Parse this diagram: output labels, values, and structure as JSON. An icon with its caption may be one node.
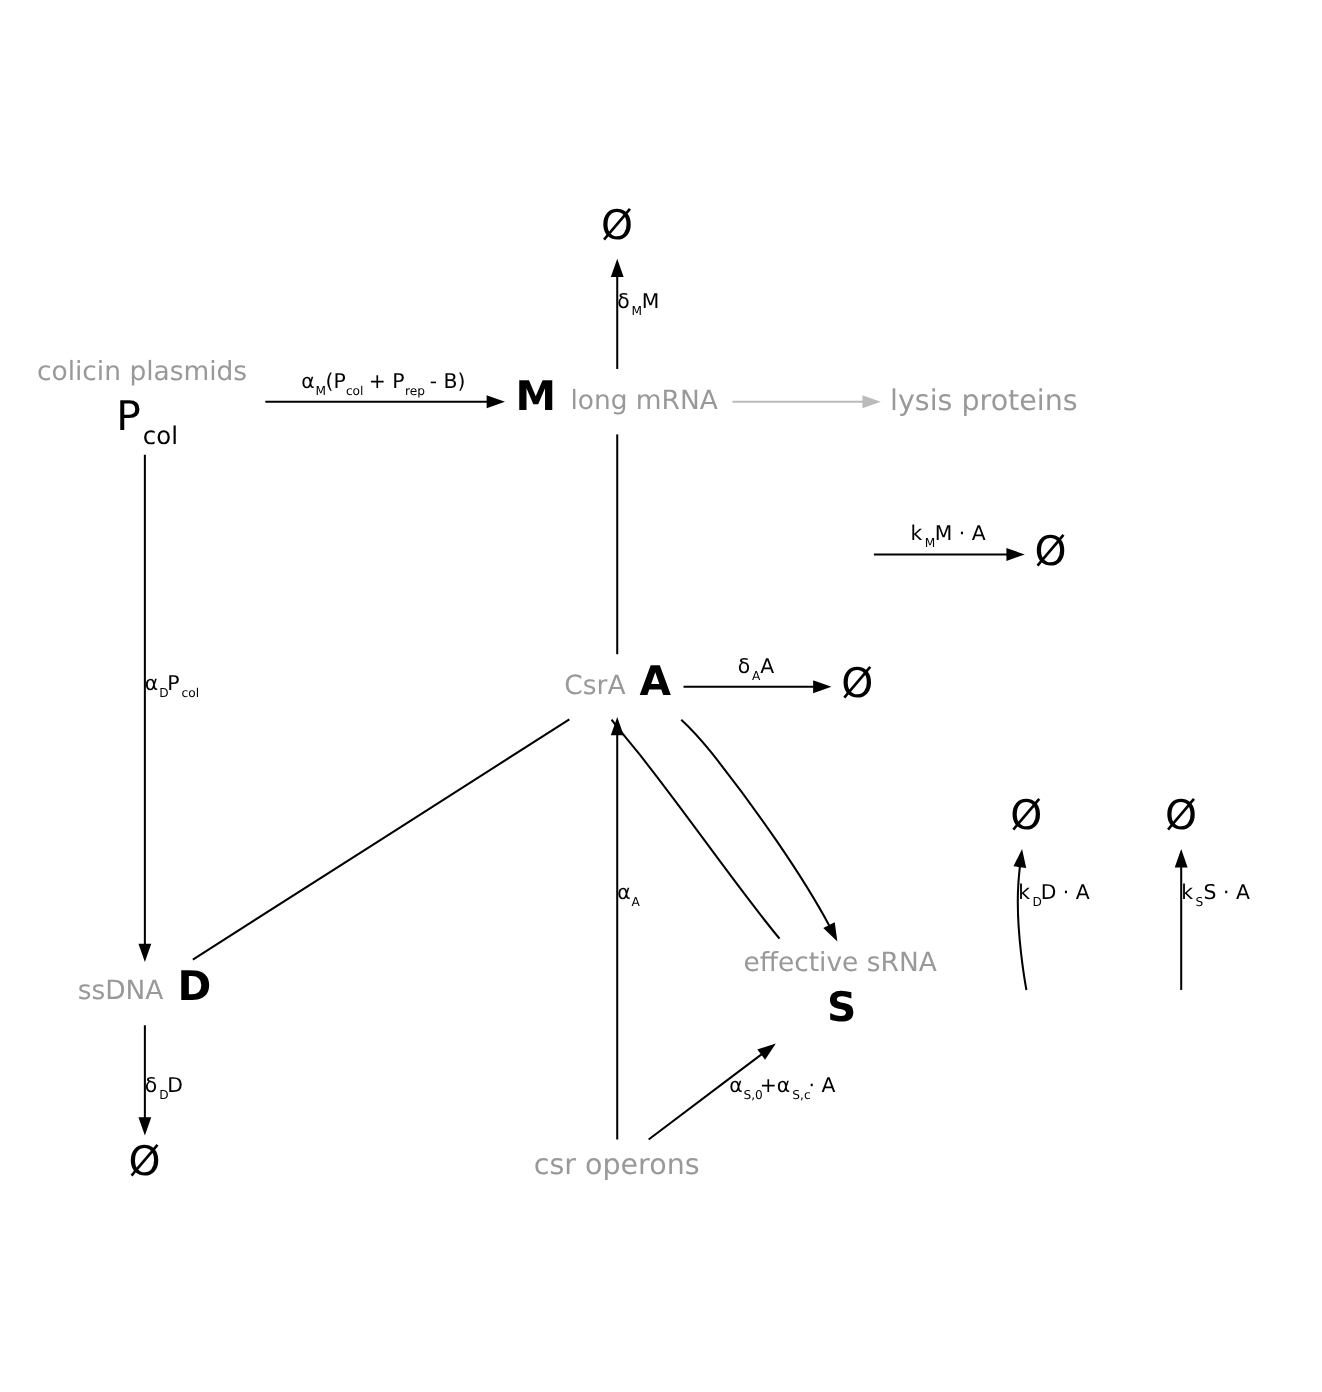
{
  "diagram": {
    "nodes": [
      {
        "text": [
          "Ø"
        ]
      },
      {
        "text": [
          "lysis proteins"
        ]
      },
      {
        "text": [
          "P$_{col}$"
        ],
        "beside": [
          "colicin plasmids"
        ]
      },
      {
        "text": [
          "M"
        ],
        "beside": [
          "long mRNA"
        ]
      },
      {
        "text": [
          "Ø"
        ]
      },
      {
        "text": [
          "Ø"
        ]
      },
      {
        "text": [
          "A"
        ],
        "beside": [
          "CsrA"
        ]
      },
      {
        "text": [
          "Ø"
        ]
      },
      {
        "text": [
          "Ø"
        ]
      },
      {
        "text": [
          "S"
        ],
        "beside": [
          "effective sRNA"
        ]
      },
      {
        "text": [
          "D"
        ],
        "beside": [
          "ssDNA"
        ]
      },
      {
        "text": [
          "csr operons"
        ]
      },
      {
        "text": [
          "Ø"
        ]
      }
    ],
    "edges": [
      {
        "from": 2,
        "to": 3,
        "arrow": "to",
        "label": "α$_{M}$(P$_{col}$ + P$_{rep}$ - B)"
      },
      {
        "from": 3,
        "to": 0,
        "arrow": "to",
        "label": "δ$_{M}$M"
      },
      {
        "from": 3,
        "to": 1,
        "arrow": "to",
        "color": "#bbbbbb"
      },
      {
        "from": 3,
        "to": 6,
        "arrow": "none"
      },
      {
        "from": null,
        "to": 4,
        "arrow": "to",
        "label": "k$_{M}$M · A"
      },
      {
        "from": 6,
        "to": 5,
        "arrow": "to",
        "label": "δ$_{A}$A"
      },
      {
        "from": 2,
        "to": 10,
        "arrow": "to",
        "label": "α$_{D}$P$_{col}$"
      },
      {
        "from": 10,
        "to": 6,
        "arrow": "none"
      },
      {
        "from": null,
        "to": 7,
        "arrow": "to",
        "label": "k$_{D}$D · A"
      },
      {
        "from": 6,
        "to": 9,
        "arrow": "none"
      },
      {
        "from": null,
        "to": 8,
        "arrow": "to",
        "label": "k$_{S}$S · A"
      },
      {
        "from": 11,
        "to": 6,
        "arrow": "to",
        "label": "α$_{A}$"
      },
      {
        "from": 6,
        "to": 9,
        "arrow": "to"
      },
      {
        "from": 11,
        "to": 9,
        "arrow": "to",
        "label": "α$_{S,0}$+α$_{S,c}$· A"
      },
      {
        "from": 10,
        "to": 12,
        "arrow": "to",
        "label": "δ$_{D}$D"
      }
    ]
  }
}
